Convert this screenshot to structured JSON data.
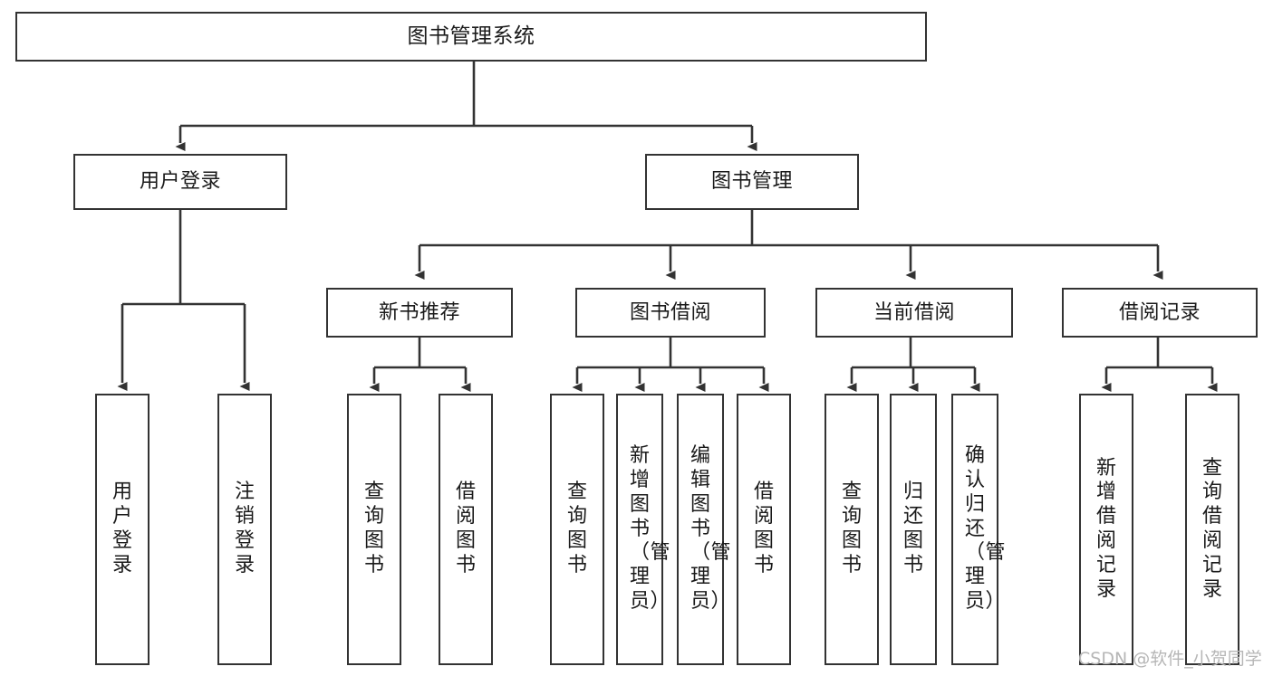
{
  "diagram": {
    "title": "图书管理系统",
    "type": "tree-hierarchy",
    "root": {
      "label": "图书管理系统"
    },
    "level2": [
      {
        "label": "用户登录"
      },
      {
        "label": "图书管理"
      }
    ],
    "level3": [
      {
        "label": "新书推荐",
        "parent": "图书管理"
      },
      {
        "label": "图书借阅",
        "parent": "图书管理"
      },
      {
        "label": "当前借阅",
        "parent": "图书管理"
      },
      {
        "label": "借阅记录",
        "parent": "图书管理"
      }
    ],
    "leaves": [
      {
        "label": "用户登录",
        "parent": "用户登录"
      },
      {
        "label": "注销登录",
        "parent": "用户登录"
      },
      {
        "label": "查询图书",
        "parent": "新书推荐"
      },
      {
        "label": "借阅图书",
        "parent": "新书推荐"
      },
      {
        "label": "查询图书",
        "parent": "图书借阅"
      },
      {
        "label": "新增图书（管理员）",
        "parent": "图书借阅"
      },
      {
        "label": "编辑图书（管理员）",
        "parent": "图书借阅"
      },
      {
        "label": "借阅图书",
        "parent": "图书借阅"
      },
      {
        "label": "查询图书",
        "parent": "当前借阅"
      },
      {
        "label": "归还图书",
        "parent": "当前借阅"
      },
      {
        "label": "确认归还（管理员）",
        "parent": "当前借阅"
      },
      {
        "label": "新增借阅记录",
        "parent": "借阅记录"
      },
      {
        "label": "查询借阅记录",
        "parent": "借阅记录"
      }
    ],
    "watermark": "CSDN @软件_小贺同学",
    "colors": {
      "border": "#333333",
      "text": "#1a1a1a",
      "background": "#ffffff",
      "connector": "#333333",
      "watermark": "#b6b6b6"
    }
  }
}
